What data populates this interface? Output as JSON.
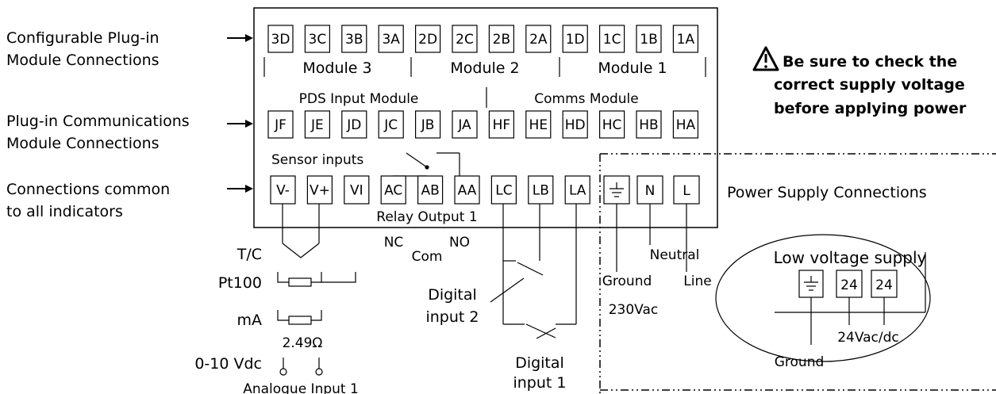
{
  "left_labels": {
    "plugin_modules": [
      "Configurable Plug-in",
      "Module Connections"
    ],
    "comms_modules": [
      "Plug-in Communications",
      "Module Connections"
    ],
    "common": [
      "Connections common",
      "to all indicators"
    ]
  },
  "row1_terminals": [
    "3D",
    "3C",
    "3B",
    "3A",
    "2D",
    "2C",
    "2B",
    "2A",
    "1D",
    "1C",
    "1B",
    "1A"
  ],
  "module_labels": [
    "Module 3",
    "Module 2",
    "Module 1"
  ],
  "row2_headers": [
    "PDS Input Module",
    "Comms Module"
  ],
  "row2_terminals": [
    "JF",
    "JE",
    "JD",
    "JC",
    "JB",
    "JA",
    "HF",
    "HE",
    "HD",
    "HC",
    "HB",
    "HA"
  ],
  "sensor_inputs": "Sensor inputs",
  "row3_terminals": [
    "V-",
    "V+",
    "VI",
    "AC",
    "AB",
    "AA",
    "LC",
    "LB",
    "LA"
  ],
  "supply_terminals": [
    "N",
    "L"
  ],
  "relay_output": "Relay Output 1",
  "warning": [
    "Be sure to check the",
    "correct supply voltage",
    "before applying power"
  ],
  "power_supply": "Power Supply Connections",
  "low_voltage": "Low voltage supply",
  "low_voltage_terminals": [
    "24",
    "24"
  ],
  "low_voltage_caption": "24Vac/dc",
  "ground": "Ground",
  "neutral": "Neutral",
  "line": "Line",
  "voltage_230": "230Vac",
  "relay_nc": "NC",
  "relay_no": "NO",
  "relay_com": "Com",
  "analogue": {
    "tc": "T/C",
    "pt100": "Pt100",
    "ma": "mA",
    "resistor": "2.49Ω",
    "volts": "0-10 Vdc",
    "caption": "Analogue Input 1"
  },
  "digital_input_2": [
    "Digital",
    "input 2"
  ],
  "digital_input_1": [
    "Digital",
    "input 1"
  ]
}
